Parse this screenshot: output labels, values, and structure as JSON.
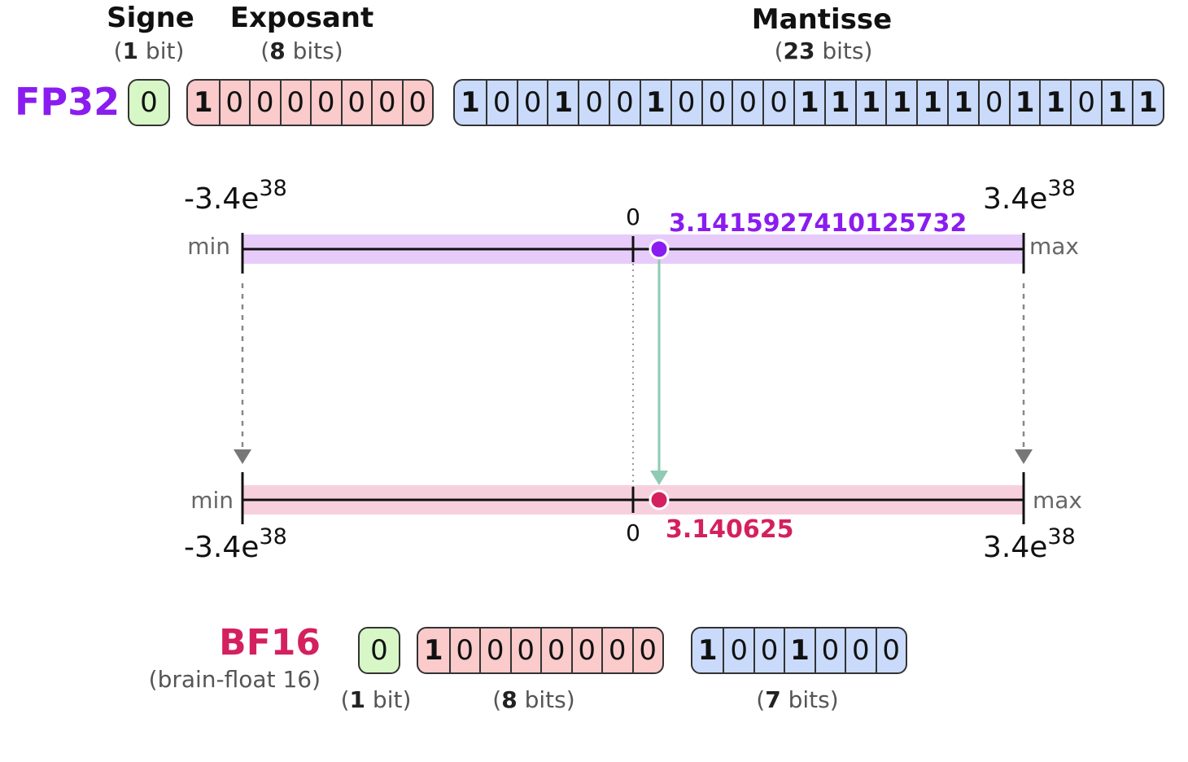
{
  "headers": {
    "sign": {
      "title": "Signe",
      "count": "1",
      "unit": " bit"
    },
    "exponent": {
      "title": "Exposant",
      "count": "8",
      "unit": " bits"
    },
    "mantissa": {
      "title": "Mantisse",
      "count": "23",
      "unit": " bits"
    }
  },
  "fp32": {
    "label": "FP32",
    "sign_bits": "0",
    "exponent_bits": "10000000",
    "mantissa_bits": "10010010000111111011011",
    "value": "3.1415927410125732"
  },
  "bf16": {
    "label": "BF16",
    "description": "(brain-float 16)",
    "sign_bits": "0",
    "exponent_bits": "10000000",
    "mantissa_bits": "1001000",
    "value": "3.140625",
    "sign_caption": {
      "count": "1",
      "unit": " bit"
    },
    "exponent_caption": {
      "count": "8",
      "unit": " bits"
    },
    "mantissa_caption": {
      "count": "7",
      "unit": " bits"
    }
  },
  "range": {
    "min_label": "min",
    "max_label": "max",
    "zero_label": "0",
    "min_base": "-3.4e",
    "max_base": "3.4e",
    "exponent": "38"
  },
  "colors": {
    "fp32": "#8a1cf0",
    "bf16": "#d4205f",
    "fp32_band": "#e7ccfb",
    "bf16_band": "#f7d0de",
    "arrow": "#8fcab4",
    "sign": "#d7f7c6",
    "exponent": "#fbcaca",
    "mantissa": "#c9dafa"
  }
}
